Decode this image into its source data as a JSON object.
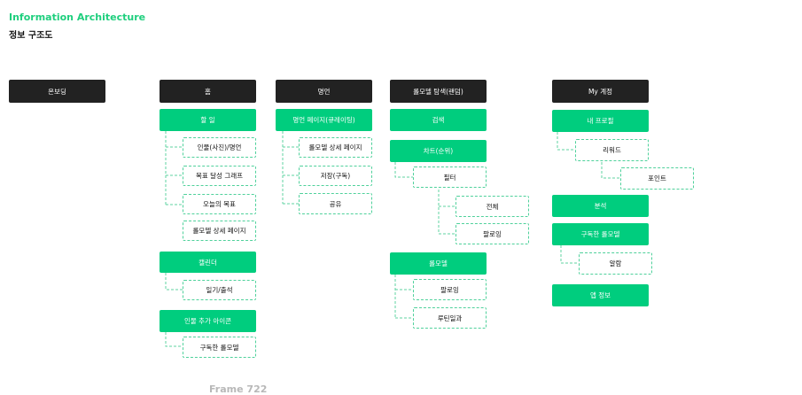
{
  "heading": {
    "title": "Information Architecture",
    "subtitle": "정보 구조도"
  },
  "frame_label": "Frame 722",
  "columns": {
    "onboarding": {
      "label": "온보딩"
    },
    "home": {
      "label": "홈",
      "todo": "할 일",
      "todo_children": [
        "인물(사진)/명언",
        "목표 달성 그래프",
        "오늘의 목표",
        "롤모델 상세 페이지"
      ],
      "calendar": "캘린더",
      "calendar_children": [
        "일기/출석"
      ],
      "add_person": "인물 추가 아이콘",
      "add_person_children": [
        "구독한 롤모델"
      ]
    },
    "quotes": {
      "label": "명언",
      "page": "명언 페이지(큐레이팅)",
      "page_children": [
        "롤모델 상세 페이지",
        "저장(구독)",
        "공유"
      ]
    },
    "explore": {
      "label": "롤모델 탐색(랜덤)",
      "search": "검색",
      "chart": "차트(순위)",
      "filter": "필터",
      "filter_children": [
        "전체",
        "팔로잉"
      ],
      "rolemodel": "롤모델",
      "rolemodel_children": [
        "팔로잉",
        "루틴일과"
      ]
    },
    "account": {
      "label": "My 계정",
      "profile": "내 프로필",
      "reward": "리워드",
      "point": "포인트",
      "analysis": "분석",
      "subscribed": "구독한 롤모델",
      "alarm": "알람",
      "app_info": "앱 정보"
    }
  }
}
